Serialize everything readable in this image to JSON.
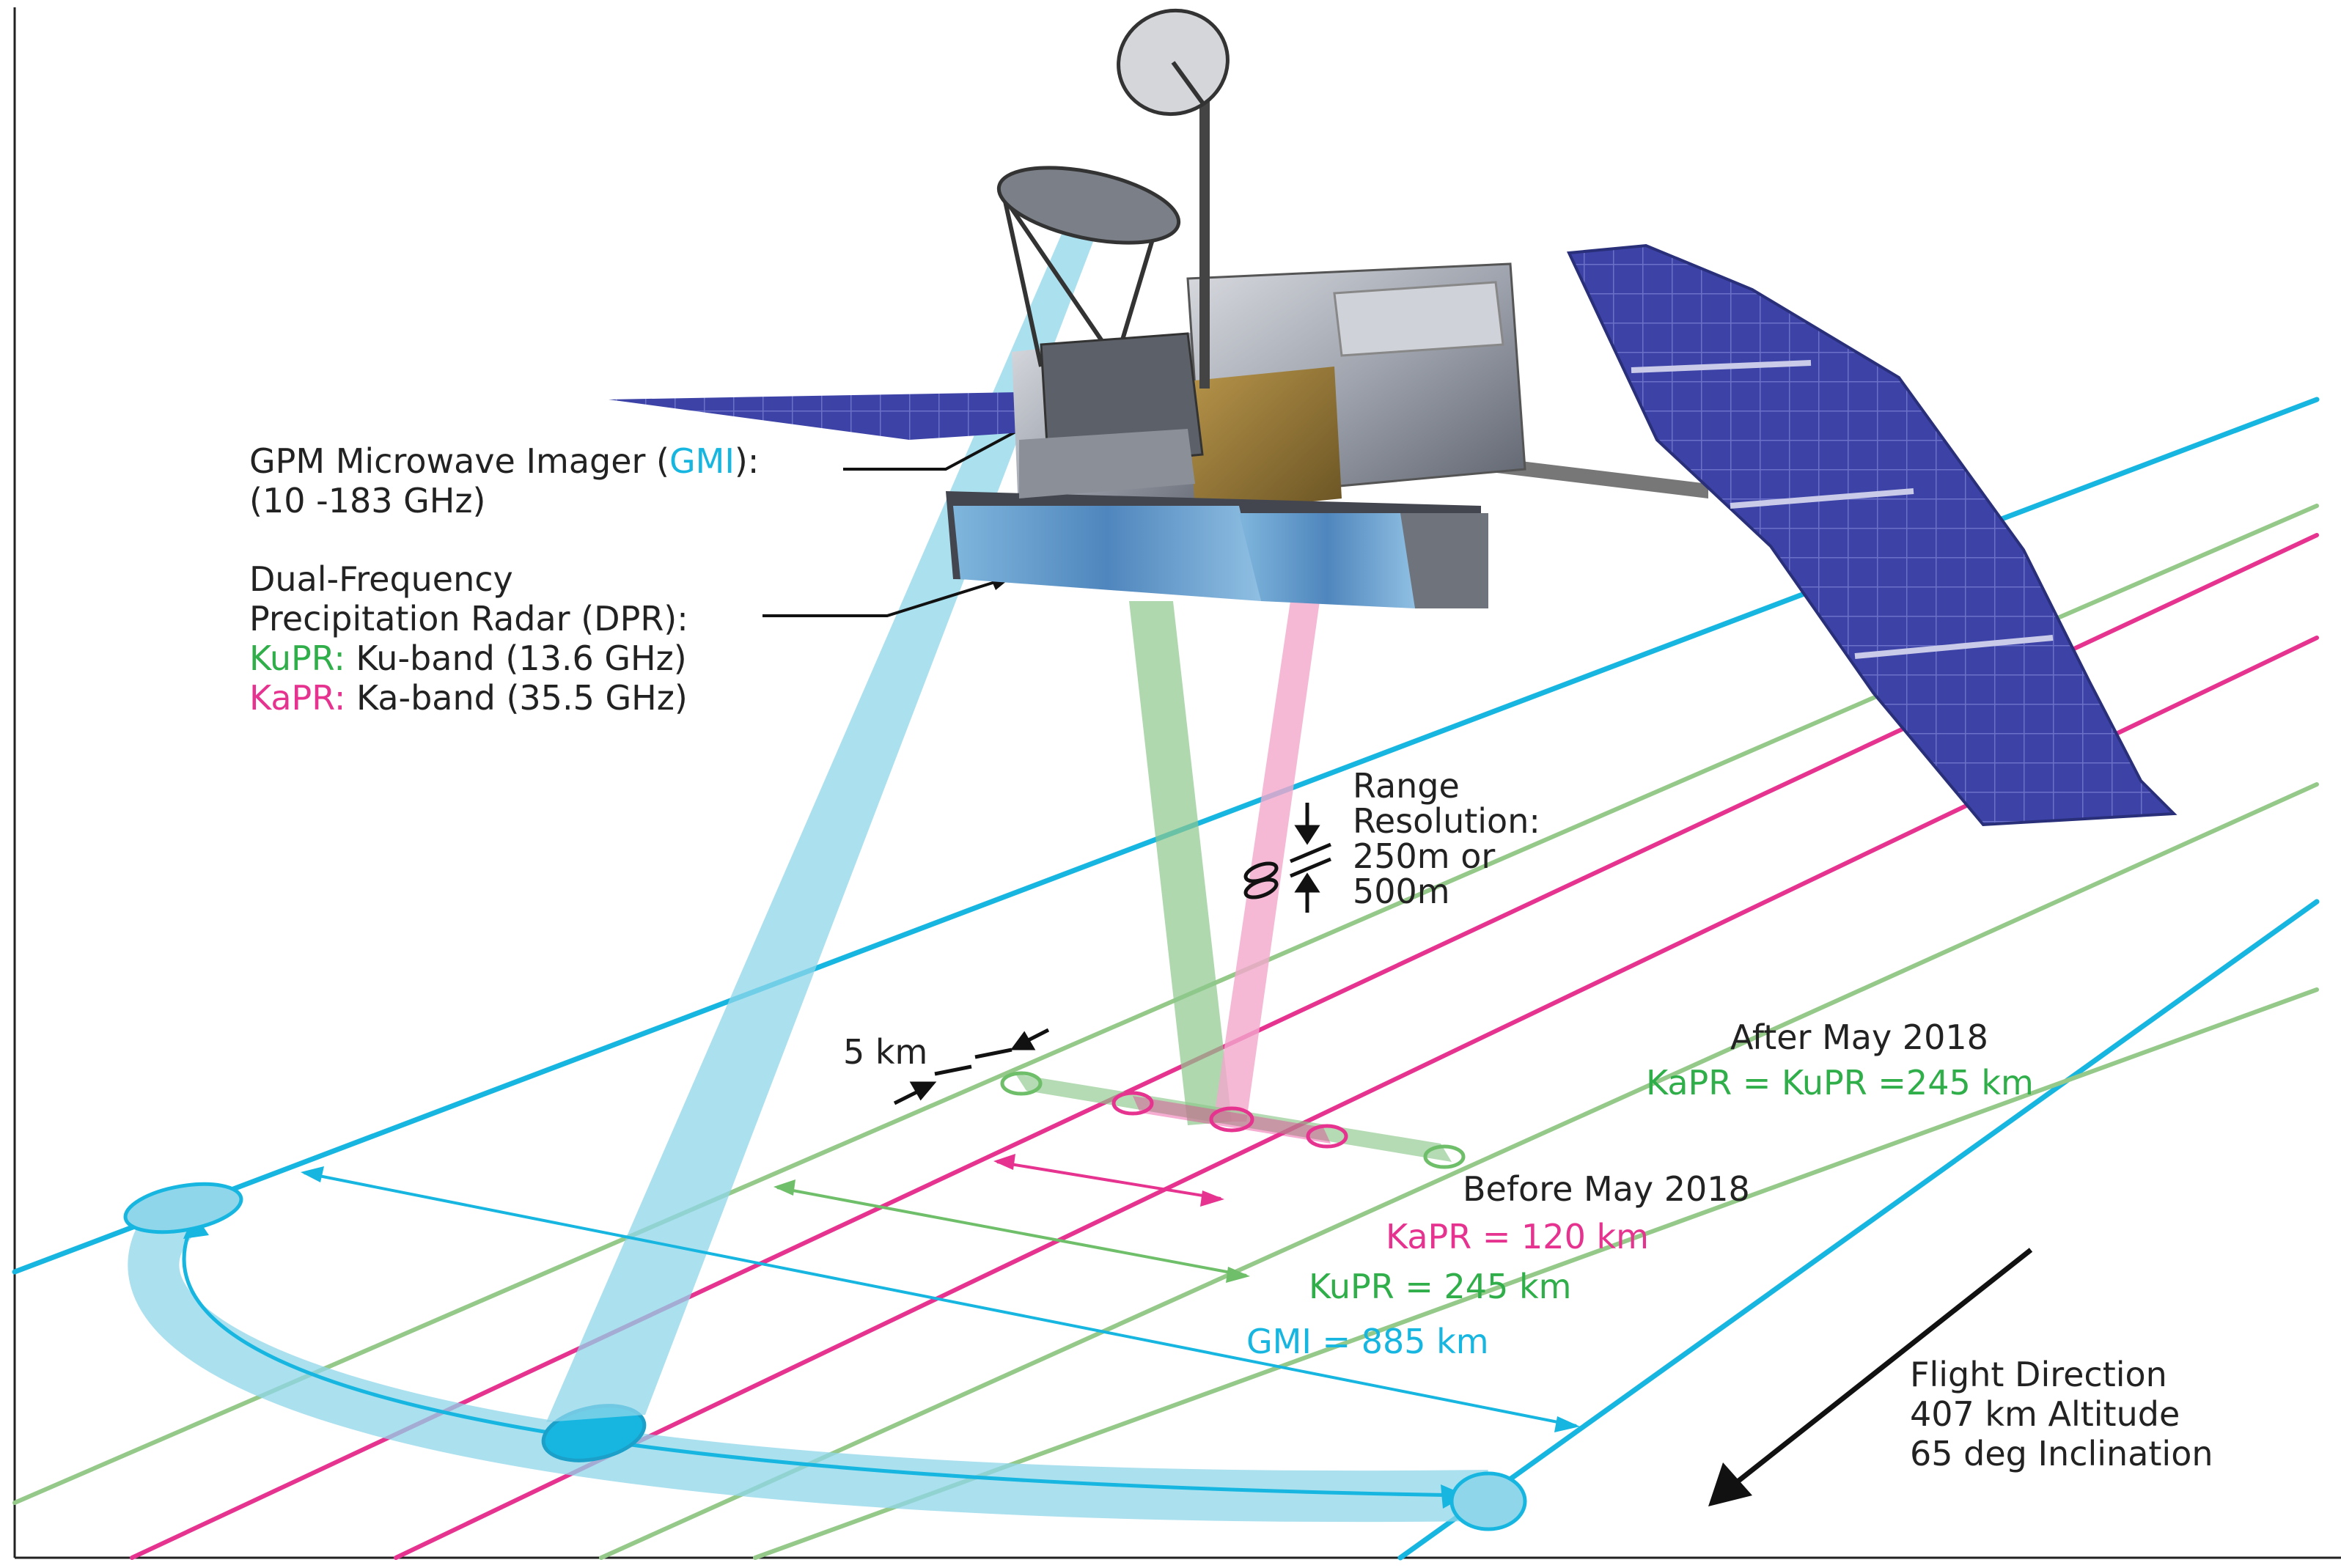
{
  "gmi": {
    "label_prefix": "GPM Microwave Imager (",
    "label_acronym": "GMI",
    "label_suffix": "):",
    "freq": "(10 -183 GHz)"
  },
  "dpr": {
    "line1": "Dual-Frequency",
    "line2": "Precipitation Radar (DPR):",
    "ku_name": "KuPR:",
    "ku_desc": " Ku-band (13.6 GHz)",
    "ka_name": "KaPR:",
    "ka_desc": " Ka-band (35.5 GHz)"
  },
  "range": {
    "line1": "Range",
    "line2": "Resolution:",
    "line3": "250m or",
    "line4": "500m"
  },
  "footprint": {
    "label": "5 km"
  },
  "after": {
    "title": "After May 2018",
    "value": "KaPR = KuPR =245 km"
  },
  "before": {
    "title": "Before May 2018",
    "kapr": "KaPR = 120 km",
    "kupr": "KuPR = 245 km",
    "gmi": "GMI = 885 km"
  },
  "flight": {
    "line1": "Flight Direction",
    "line2": "407 km Altitude",
    "line3": "65 deg Inclination"
  },
  "colors": {
    "gmi": "#16b6e0",
    "kupr": "#2fae4a",
    "kapr": "#e6338f",
    "panel": "#3a3f9e",
    "text": "#222222"
  }
}
